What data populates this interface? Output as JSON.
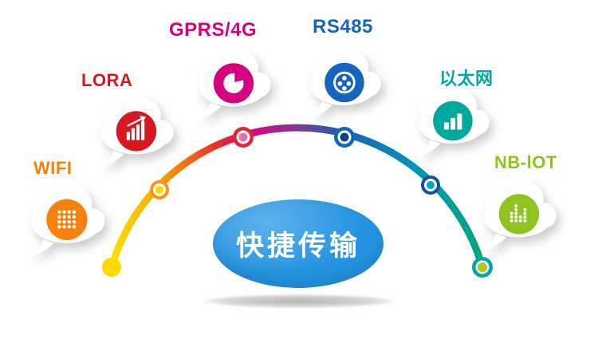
{
  "page": {
    "background": "#ffffff"
  },
  "center_bubble": {
    "label": "快捷传输",
    "background": "#2394e2",
    "text_color": "#ffffff"
  },
  "technologies": [
    {
      "label": "WIFI",
      "color": "#f5820b",
      "icon": "wifi-dots-icon"
    },
    {
      "label": "LORA",
      "color": "#d7181f",
      "icon": "signal-bars-arrow-icon"
    },
    {
      "label": "GPRS/4G",
      "color": "#d6017f",
      "icon": "pie-chart-icon"
    },
    {
      "label": "RS485",
      "color": "#1565c0",
      "icon": "connector-ports-icon"
    },
    {
      "label": "以太网",
      "color": "#00a99d",
      "icon": "bar-chart-icon"
    },
    {
      "label": "NB-lOT",
      "color": "#8fc31f",
      "icon": "equalizer-dots-icon"
    }
  ],
  "arc": {
    "gradient": [
      "#ffe100",
      "#f7a600",
      "#e6332a",
      "#e2007f",
      "#7d3b8f",
      "#1a63b5",
      "#0096b7",
      "#00a87e"
    ],
    "nodes": [
      {
        "outer": "#ffd800",
        "inner": "#ffd800"
      },
      {
        "outer": "#f7941d",
        "inner": "#ffd800"
      },
      {
        "outer": "#e3262d",
        "inner": "#f06eaa"
      },
      {
        "outer": "#1565c0",
        "inner": "#0d3f8f"
      },
      {
        "outer": "#1b4f9c",
        "inner": "#00a7c4"
      },
      {
        "outer": "#00a99d",
        "inner": "#aacb1e"
      }
    ]
  }
}
